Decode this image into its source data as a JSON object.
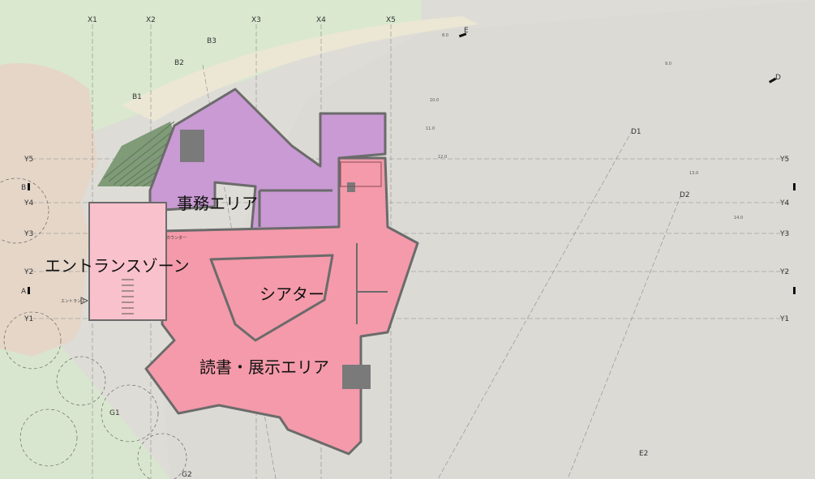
{
  "zones": {
    "office": "事務エリア",
    "entrance": "エントランスゾーン",
    "theater": "シアター",
    "reading": "読書・展示エリア"
  },
  "grid": {
    "x": [
      "X1",
      "X2",
      "X3",
      "X4",
      "X5"
    ],
    "y_left": [
      "Y5",
      "Y4",
      "Y3",
      "Y2",
      "Y1"
    ],
    "y_right": [
      "Y5",
      "Y4",
      "Y3",
      "Y2",
      "Y1"
    ],
    "b": [
      "B1",
      "B2",
      "B3"
    ],
    "d": [
      "D1",
      "D2"
    ],
    "e": [
      "E2"
    ],
    "g": [
      "G1",
      "G2"
    ]
  },
  "section_marks": {
    "a": "A",
    "b": "B",
    "d": "D",
    "e": "E"
  },
  "small_labels": {
    "counter": "カウンター",
    "entrance_arrow": "エントランス"
  },
  "contours": [
    "8.0",
    "9.0",
    "10.0",
    "11.0",
    "12.0",
    "13.0",
    "14.0"
  ],
  "colors": {
    "office": "#c99ad3",
    "reading": "#f49aaa",
    "entrance": "#f9c1cc",
    "grass": "#d9e8cf",
    "ground": "#dcdad4",
    "path": "#ebe7d4",
    "wall": "#6b6b6b"
  }
}
